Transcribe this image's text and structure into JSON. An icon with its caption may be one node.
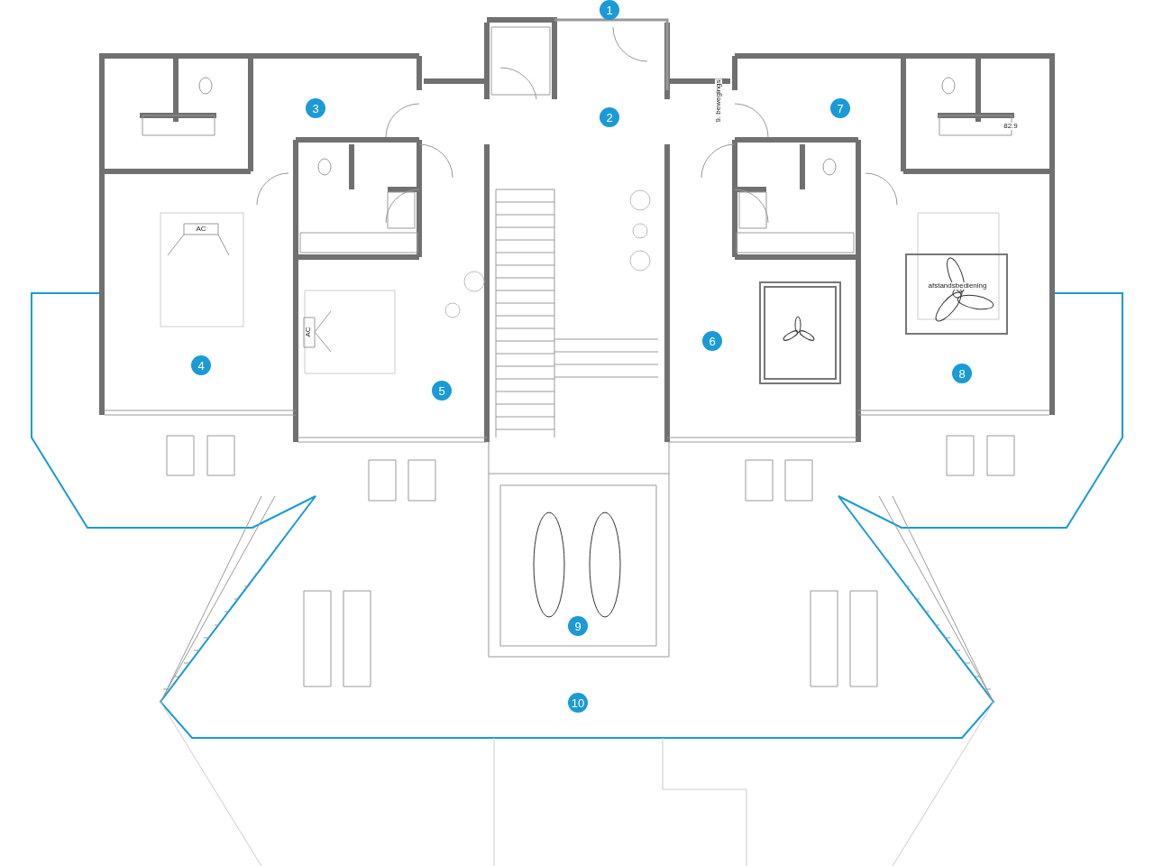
{
  "diagram": {
    "labels": [
      "1",
      "3",
      "2",
      "7",
      "9. bewegings",
      "82.9",
      "AC",
      "afstandsbediening",
      "AC",
      "6",
      "4",
      "8",
      "5",
      "9",
      "10"
    ]
  }
}
